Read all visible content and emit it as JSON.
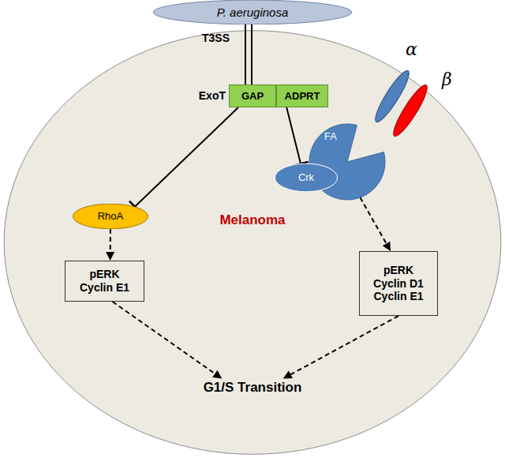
{
  "diagram": {
    "nodes": [
      {
        "text": [
          "P. aeruginosa"
        ]
      },
      {
        "text": [
          "Melanoma"
        ]
      },
      {
        "text": [
          "ExoT"
        ],
        "in": 1
      },
      {
        "text": [
          "GAP"
        ],
        "in": 2
      },
      {
        "text": [
          "ADPRT"
        ],
        "in": 2
      },
      {
        "text": [
          "RhoA"
        ],
        "in": 1
      },
      {
        "text": [
          "FA"
        ],
        "in": 1
      },
      {
        "text": [
          "Crk"
        ],
        "in": 1
      },
      {
        "text": [
          "pERK",
          "Cyclin E1"
        ],
        "in": 1
      },
      {
        "text": [
          "pERK",
          "Cyclin D1",
          "Cyclin E1"
        ],
        "in": 1
      },
      {
        "text": [
          "G1/S Transition"
        ],
        "in": 1
      }
    ],
    "edges": [
      {
        "from": 3,
        "to": 5,
        "arrow": "to"
      },
      {
        "from": 4,
        "to": 7,
        "arrow": "to"
      },
      {
        "from": 5,
        "to": 8,
        "arrow": "to"
      },
      {
        "from": 6,
        "to": 9,
        "arrow": "to"
      },
      {
        "from": 8,
        "to": 10,
        "arrow": "to"
      },
      {
        "from": 9,
        "to": 10,
        "arrow": "to"
      }
    ],
    "labels": [
      "T3SS",
      "α",
      "β"
    ]
  }
}
